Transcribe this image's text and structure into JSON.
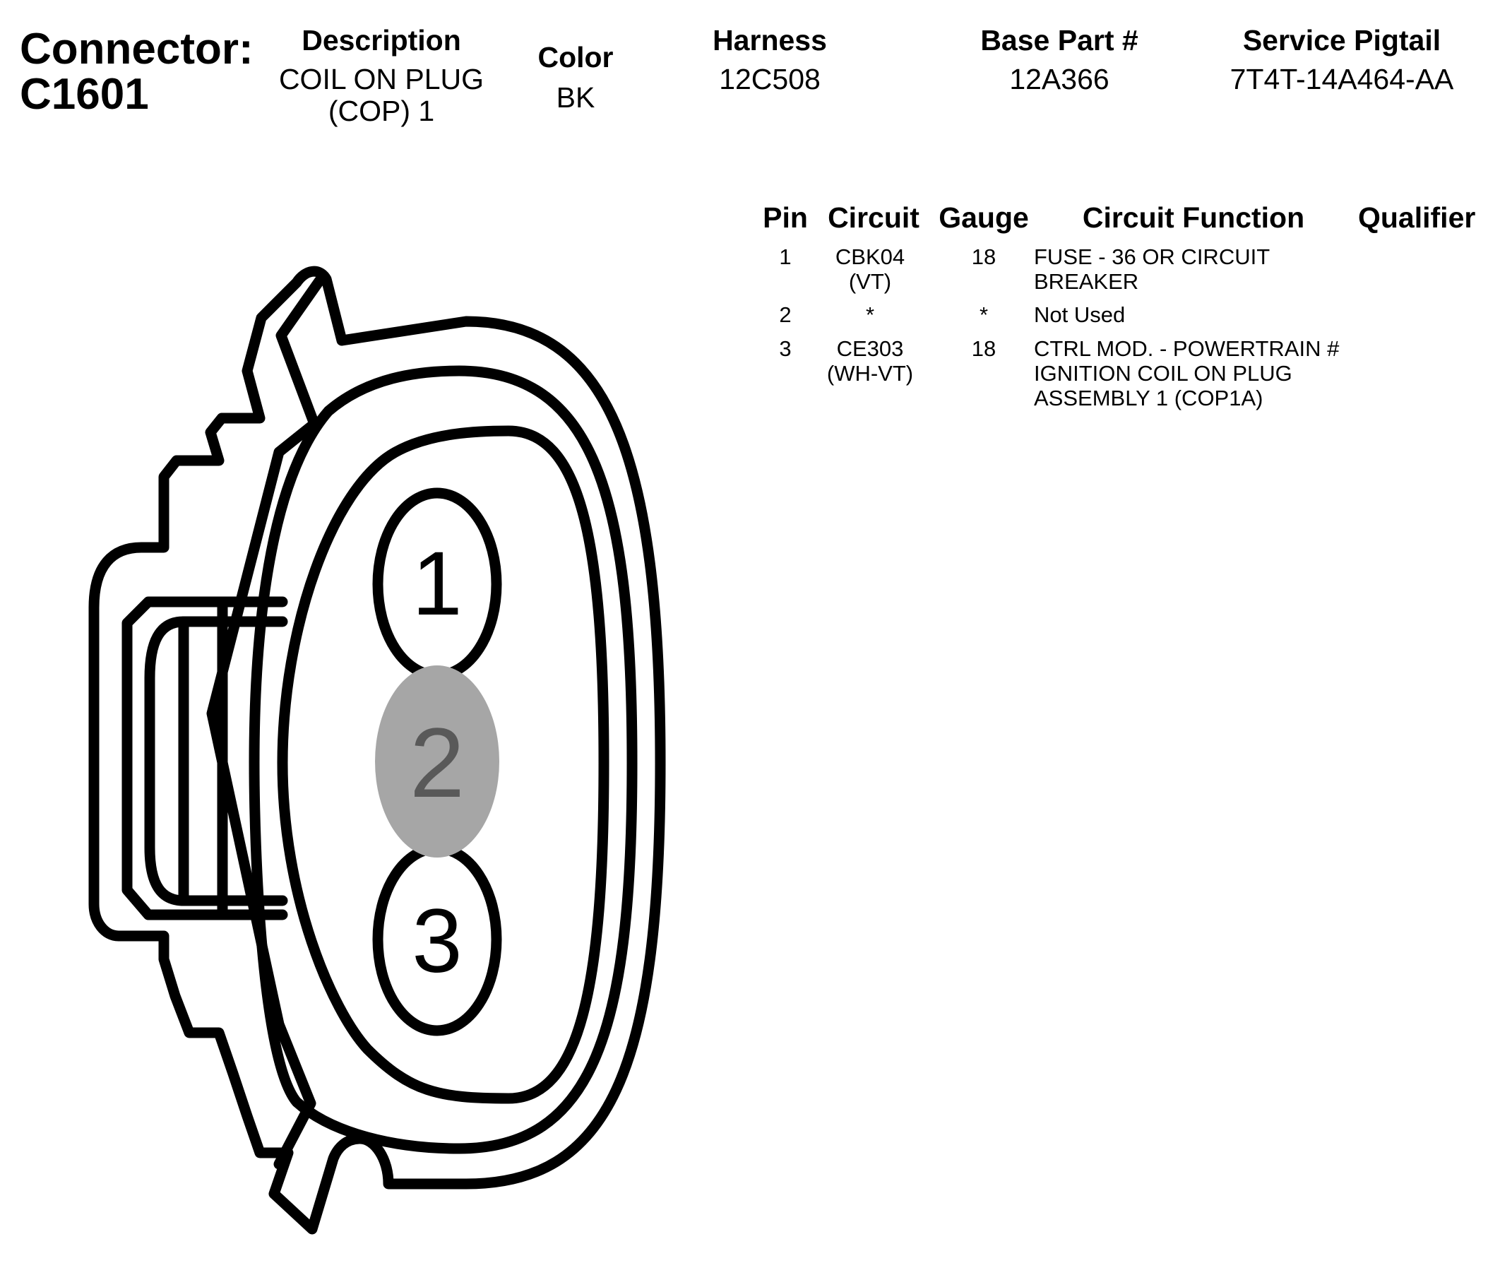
{
  "connector": {
    "label": "Connector:",
    "id": "C1601"
  },
  "header": {
    "description": {
      "title": "Description",
      "value": "COIL ON PLUG\n(COP) 1"
    },
    "color": {
      "title": "Color",
      "value": "BK"
    },
    "harness": {
      "title": "Harness",
      "value": "12C508"
    },
    "base_part": {
      "title": "Base Part #",
      "value": "12A366"
    },
    "service_pigtail": {
      "title": "Service Pigtail",
      "value": "7T4T-14A464-AA"
    }
  },
  "table": {
    "headers": {
      "pin": "Pin",
      "circuit": "Circuit",
      "gauge": "Gauge",
      "function": "Circuit Function",
      "qualifier": "Qualifier"
    },
    "rows": [
      {
        "pin": "1",
        "circuit": "CBK04\n(VT)",
        "gauge": "18",
        "function": "FUSE - 36 OR CIRCUIT\nBREAKER",
        "qualifier": ""
      },
      {
        "pin": "2",
        "circuit": "*",
        "gauge": "*",
        "function": "Not Used",
        "qualifier": ""
      },
      {
        "pin": "3",
        "circuit": "CE303\n(WH-VT)",
        "gauge": "18",
        "function": "CTRL MOD. - POWERTRAIN #\nIGNITION COIL ON PLUG\nASSEMBLY 1 (COP1A)",
        "qualifier": ""
      }
    ]
  },
  "diagram": {
    "pins": [
      {
        "label": "1",
        "used": true
      },
      {
        "label": "2",
        "used": false
      },
      {
        "label": "3",
        "used": true
      }
    ],
    "colors": {
      "outline": "#000000",
      "unused_fill": "#a6a6a6",
      "unused_text": "#595959"
    }
  }
}
